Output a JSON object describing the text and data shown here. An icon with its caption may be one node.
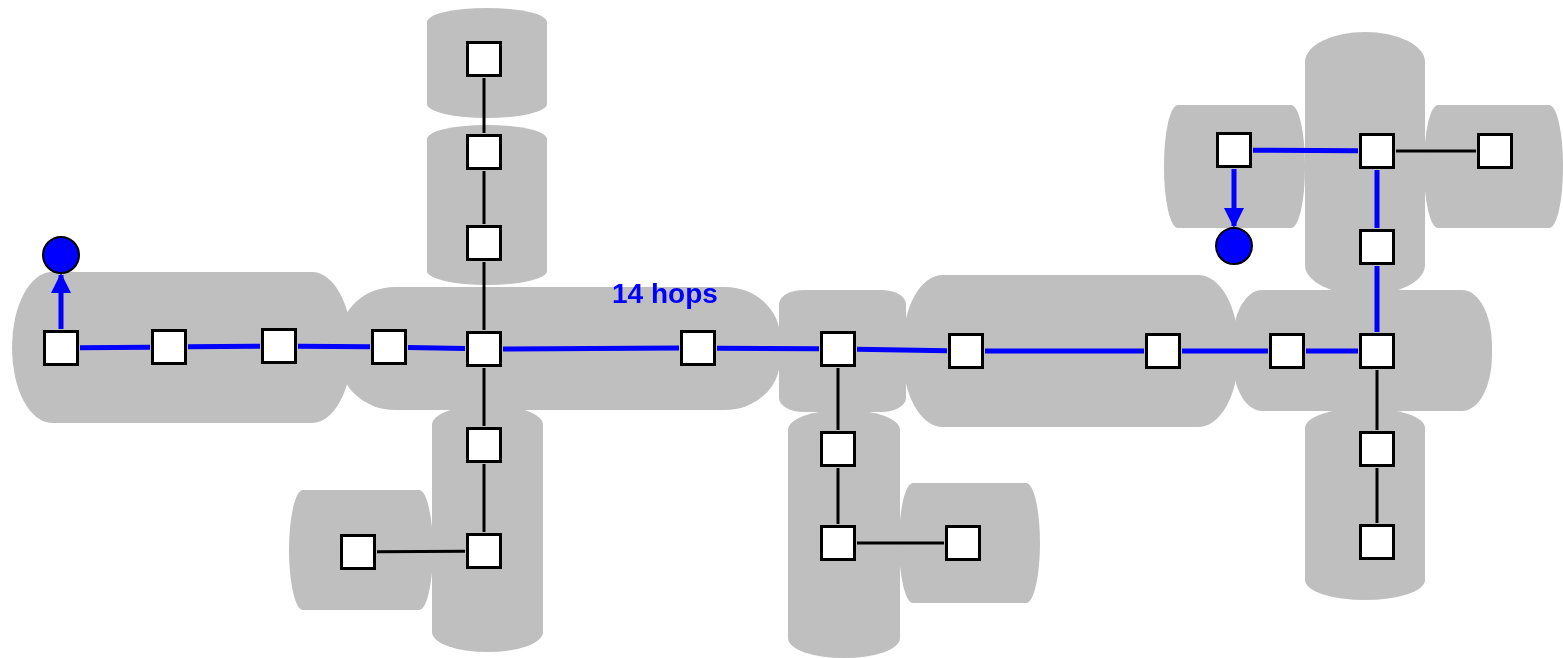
{
  "diagram": {
    "nodes": [
      {
        "text": [],
        "shape": "box"
      },
      {
        "text": [],
        "shape": "box"
      },
      {
        "text": [],
        "shape": "box"
      },
      {
        "text": [],
        "shape": "box"
      },
      {
        "text": [],
        "shape": "box"
      },
      {
        "text": [],
        "shape": "box"
      },
      {
        "text": [],
        "shape": "box"
      },
      {
        "text": [],
        "shape": "box"
      },
      {
        "text": [],
        "shape": "box"
      },
      {
        "text": [],
        "shape": "box"
      },
      {
        "text": [],
        "shape": "box"
      },
      {
        "text": [],
        "shape": "box"
      },
      {
        "text": [],
        "shape": "box"
      },
      {
        "text": [],
        "shape": "box"
      },
      {
        "text": [],
        "shape": "box"
      },
      {
        "text": [],
        "shape": "box"
      },
      {
        "text": [],
        "shape": "box"
      },
      {
        "text": [],
        "shape": "box"
      },
      {
        "text": [],
        "shape": "box"
      },
      {
        "text": [],
        "shape": "box"
      },
      {
        "text": [],
        "shape": "box"
      },
      {
        "text": [],
        "shape": "box"
      },
      {
        "text": [],
        "shape": "box"
      },
      {
        "text": [],
        "shape": "box"
      },
      {
        "text": [],
        "shape": "box"
      },
      {
        "text": [],
        "shape": "box"
      },
      {
        "text": [],
        "shape": "circle"
      },
      {
        "text": [],
        "shape": "circle"
      }
    ],
    "edges": [
      {
        "from": 0,
        "to": 26,
        "arrow": "to"
      },
      {
        "from": 0,
        "to": 1,
        "arrow": "none"
      },
      {
        "from": 1,
        "to": 2,
        "arrow": "none"
      },
      {
        "from": 2,
        "to": 3,
        "arrow": "none"
      },
      {
        "from": 3,
        "to": 4,
        "arrow": "none"
      },
      {
        "from": 4,
        "to": 5,
        "arrow": "none"
      },
      {
        "from": 5,
        "to": 6,
        "arrow": "none"
      },
      {
        "from": 6,
        "to": 7,
        "arrow": "none"
      },
      {
        "from": 7,
        "to": 8,
        "arrow": "none"
      },
      {
        "from": 8,
        "to": 9,
        "arrow": "none"
      },
      {
        "from": 9,
        "to": 10,
        "arrow": "none"
      },
      {
        "from": 10,
        "to": 25,
        "arrow": "none"
      },
      {
        "from": 25,
        "to": 21,
        "arrow": "none"
      },
      {
        "from": 21,
        "to": 20,
        "arrow": "none"
      },
      {
        "from": 20,
        "to": 27,
        "arrow": "to"
      },
      {
        "from": 11,
        "to": 12,
        "arrow": "none",
        "color": "#000000"
      },
      {
        "from": 12,
        "to": 13,
        "arrow": "none",
        "color": "#000000"
      },
      {
        "from": 13,
        "to": 4,
        "arrow": "none",
        "color": "#000000"
      },
      {
        "from": 4,
        "to": 14,
        "arrow": "none",
        "color": "#000000"
      },
      {
        "from": 14,
        "to": 15,
        "arrow": "none",
        "color": "#000000"
      },
      {
        "from": 16,
        "to": 15,
        "arrow": "none",
        "color": "#000000"
      },
      {
        "from": 6,
        "to": 17,
        "arrow": "none",
        "color": "#000000"
      },
      {
        "from": 17,
        "to": 18,
        "arrow": "none",
        "color": "#000000"
      },
      {
        "from": 18,
        "to": 19,
        "arrow": "none",
        "color": "#000000"
      },
      {
        "from": 21,
        "to": 22,
        "arrow": "none",
        "color": "#000000"
      },
      {
        "from": 10,
        "to": 23,
        "arrow": "none",
        "color": "#000000"
      },
      {
        "from": 23,
        "to": 24,
        "arrow": "none",
        "color": "#000000"
      }
    ],
    "labels": [
      "14 hops"
    ]
  }
}
